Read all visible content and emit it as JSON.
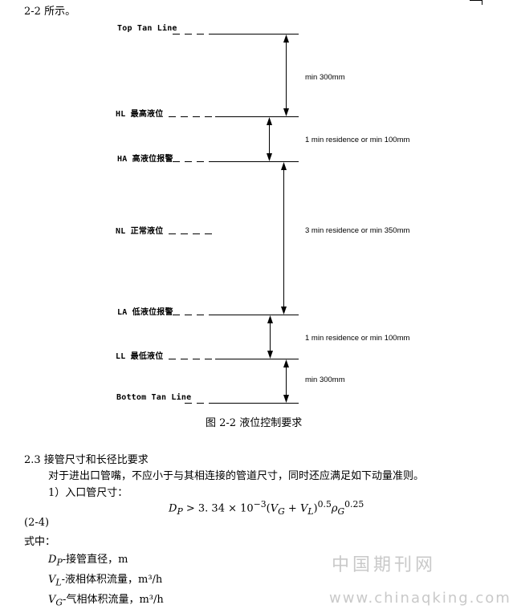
{
  "intro_text": "2-2 所示。",
  "levels": [
    {
      "label": "Top Tan Line"
    },
    {
      "label": "HL 最高液位"
    },
    {
      "label": "HA 高液位报警"
    },
    {
      "label": "NL 正常液位"
    },
    {
      "label": "LA 低液位报警"
    },
    {
      "label": "LL 最低液位"
    },
    {
      "label": "Bottom Tan Line"
    }
  ],
  "intervals": [
    {
      "note": "min 300mm"
    },
    {
      "note": "1 min residence or min 100mm"
    },
    {
      "note": "3 min residence or min 350mm"
    },
    {
      "note": "1 min residence or min 100mm"
    },
    {
      "note": "min 300mm"
    }
  ],
  "figure_caption": "图 2-2  液位控制要求",
  "section_heading": "2.3 接管尺寸和长径比要求",
  "paragraph": "对于进出口管嘴，不应小于与其相连接的管道尺寸，同时还应满足如下动量准则。",
  "item_1": "1）入口管尺寸：",
  "formula": {
    "lhs": "D",
    "lhs_sub": "P",
    "rel": " > 3. 34 × 10",
    "exp": "−3",
    "open": "(",
    "v1": "V",
    "v1_sub": "G",
    "plus": " + ",
    "v2": "V",
    "v2_sub": "L",
    "close": ")",
    "exp2": "0.5",
    "rho": "ρ",
    "rho_sub": "G",
    "exp3": "0.25"
  },
  "eq_number": "(2-4)",
  "where_label": "式中：",
  "definitions": [
    {
      "sym": "D",
      "sub": "P",
      "text": "-接管直径，m"
    },
    {
      "sym": "V",
      "sub": "L",
      "text": "-液相体积流量，m³/h"
    },
    {
      "sym": "V",
      "sub": "G",
      "text": "-气相体积流量，m³/h"
    }
  ],
  "watermark_cn": "中国期刊网",
  "watermark_url": "www.chinaqking.com"
}
